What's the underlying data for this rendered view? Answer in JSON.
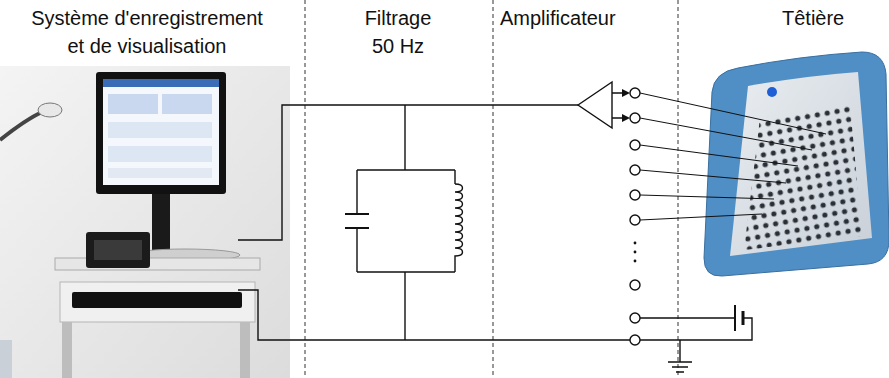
{
  "diagram": {
    "labels": [
      "Système d'enregistrement et de visualisation",
      "Filtrage 50 Hz",
      "Amplificateur",
      "Têtière"
    ]
  }
}
